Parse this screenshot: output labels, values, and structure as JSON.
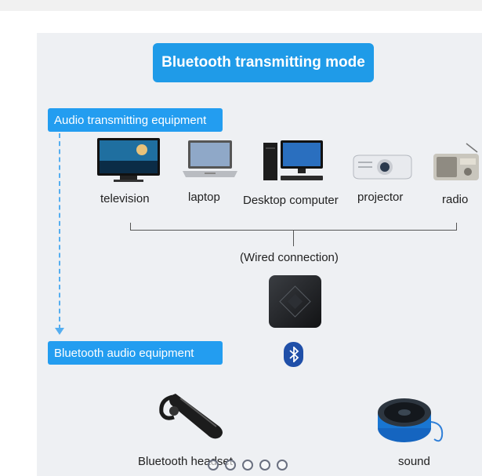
{
  "title": "Bluetooth transmitting mode",
  "sections": {
    "transmitting": "Audio transmitting equipment",
    "receiving": "Bluetooth audio equipment"
  },
  "transmit_devices": [
    {
      "label": "television",
      "icon": "television-icon"
    },
    {
      "label": "laptop",
      "icon": "laptop-icon"
    },
    {
      "label": "Desktop computer",
      "icon": "desktop-computer-icon"
    },
    {
      "label": "projector",
      "icon": "projector-icon"
    },
    {
      "label": "radio",
      "icon": "radio-icon"
    }
  ],
  "connection_label": "(Wired connection)",
  "receive_devices": [
    {
      "label": "Bluetooth headset",
      "icon": "bluetooth-headset-icon"
    },
    {
      "label": "sound",
      "icon": "speaker-icon"
    }
  ],
  "carousel": {
    "count": 5,
    "current": 1
  },
  "colors": {
    "accent": "#1f9be8",
    "panel": "#eef0f3",
    "bluetooth": "#1f4fa8"
  }
}
